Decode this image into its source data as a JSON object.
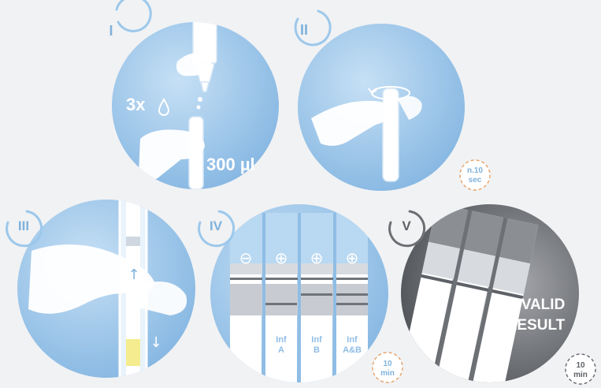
{
  "steps": [
    {
      "numeral": "I",
      "labels": {
        "drops": "3x",
        "volume": "300 µl"
      }
    },
    {
      "numeral": "II",
      "timer": {
        "line1": "n.10",
        "line2": "sec"
      }
    },
    {
      "numeral": "III"
    },
    {
      "numeral": "IV",
      "symbols": [
        "⊖",
        "⊕",
        "⊕",
        "⊕"
      ],
      "strip_labels": [
        [
          "Inf",
          "A"
        ],
        [
          "Inf",
          "B"
        ],
        [
          "Inf",
          "A&B"
        ]
      ],
      "timer": {
        "line1": "10",
        "line2": "min"
      }
    },
    {
      "numeral": "V",
      "result": {
        "line1": "INVALID",
        "line2": "RESULT"
      },
      "timer": {
        "line1": "10",
        "line2": "min"
      }
    }
  ],
  "colors": {
    "circle_blue": "#8fbde5",
    "circle_light": "#b9d8f1",
    "ring_blue": "#9cc8eb",
    "numeral_blue": "#7fb2dc",
    "dark_circle": "#5e6167",
    "ring_dark": "#6d6f73",
    "sample_yellow": "#f4ec8e",
    "background": "#f1f2f4"
  }
}
